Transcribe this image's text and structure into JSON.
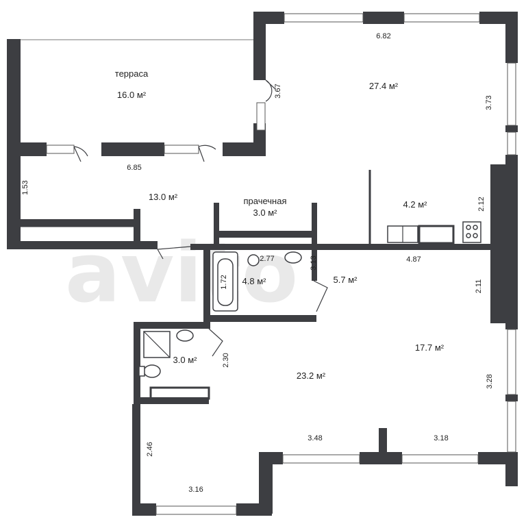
{
  "rooms": {
    "terrace": {
      "name": "терраса",
      "area": "16.0 м²"
    },
    "living_top": {
      "area": "27.4 м²"
    },
    "hall": {
      "area": "13.0 м²"
    },
    "laundry": {
      "name": "прачечная",
      "area": "3.0 м²"
    },
    "kitchen_nook": {
      "area": "4.2 м²"
    },
    "bath": {
      "area": "4.8 м²"
    },
    "corridor": {
      "area": "5.7 м²"
    },
    "shower": {
      "area": "3.0 м²"
    },
    "main_room": {
      "area": "23.2 м²"
    },
    "bedroom": {
      "area": "17.7 м²"
    }
  },
  "dimensions": {
    "d682": "6.82",
    "d367": "3.67",
    "d373": "3.73",
    "d685": "6.85",
    "d153": "1.53",
    "d212": "2.12",
    "d277": "2.77",
    "d313": "3.13",
    "d487": "4.87",
    "d172": "1.72",
    "d211": "2.11",
    "d230": "2.30",
    "d328": "3.28",
    "d348": "3.48",
    "d318": "3.18",
    "d246": "2.46",
    "d316": "3.16"
  }
}
